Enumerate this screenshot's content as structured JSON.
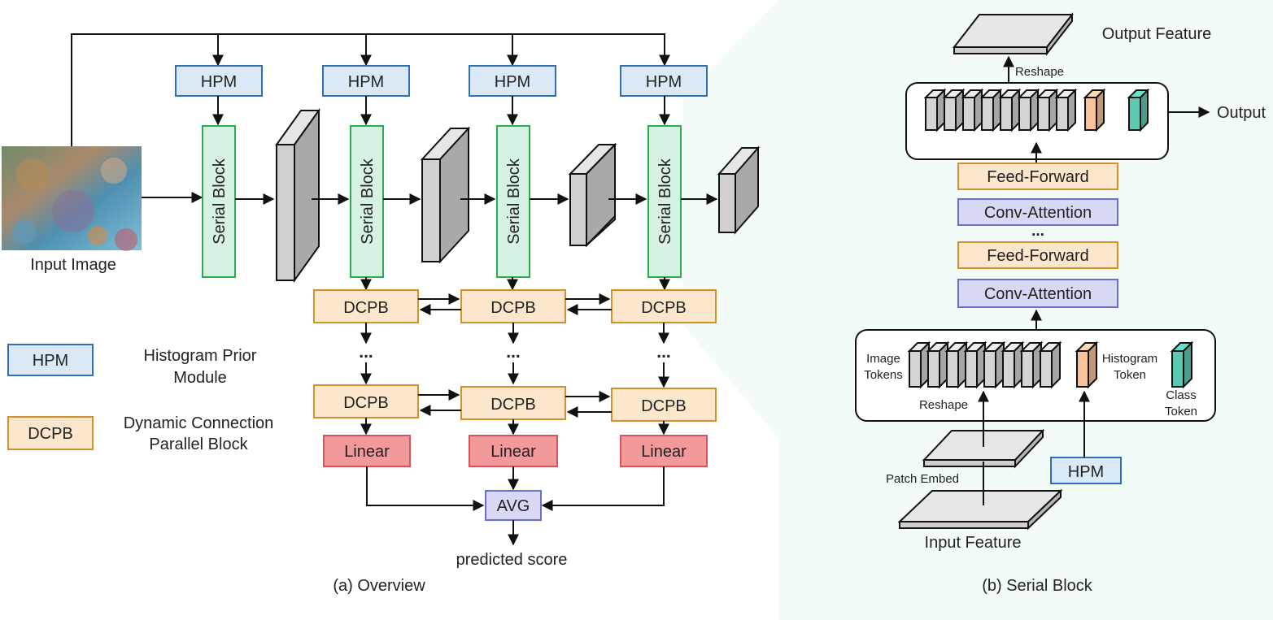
{
  "colors": {
    "hpm_fill": "#dbe8f8",
    "hpm_stroke": "#2e6fb5",
    "serial_fill": "#d6f2e4",
    "serial_stroke": "#27ad4e",
    "dcpb_fill": "#fde7cc",
    "dcpb_stroke": "#d4902b",
    "linear_fill": "#f2999b",
    "linear_stroke": "#d9535a",
    "avg_fill": "#d6d8f4",
    "avg_stroke": "#6a6fcc",
    "token_gray": "#d4d4d4",
    "token_orange": "#f8c39a",
    "token_teal": "#5cc9b3",
    "panel_bg": "#f2fbf8"
  },
  "overview": {
    "caption": "(a) Overview",
    "input_image_label": "Input Image",
    "hpm_label": "HPM",
    "serial_block_label": "Serial Block",
    "dcpb_label": "DCPB",
    "dots": "...",
    "linear_label": "Linear",
    "avg_label": "AVG",
    "predicted_label": "predicted score"
  },
  "legend": {
    "hpm_box": "HPM",
    "hpm_text_line1": "Histogram Prior",
    "hpm_text_line2": "Module",
    "dcpb_box": "DCPB",
    "dcpb_text_line1": "Dynamic Connection",
    "dcpb_text_line2": "Parallel Block"
  },
  "serial_block": {
    "caption": "(b) Serial Block",
    "output_feature": "Output Feature",
    "reshape_top": "Reshape",
    "output": "Output",
    "feed_forward": "Feed-Forward",
    "conv_attention": "Conv-Attention",
    "dots": "...",
    "image_tokens_line1": "Image",
    "image_tokens_line2": "Tokens",
    "histogram_token_line1": "Histogram",
    "histogram_token_line2": "Token",
    "class_token_line1": "Class",
    "class_token_line2": "Token",
    "reshape_bottom": "Reshape",
    "patch_embed": "Patch Embed",
    "hpm": "HPM",
    "input_feature": "Input Feature"
  }
}
